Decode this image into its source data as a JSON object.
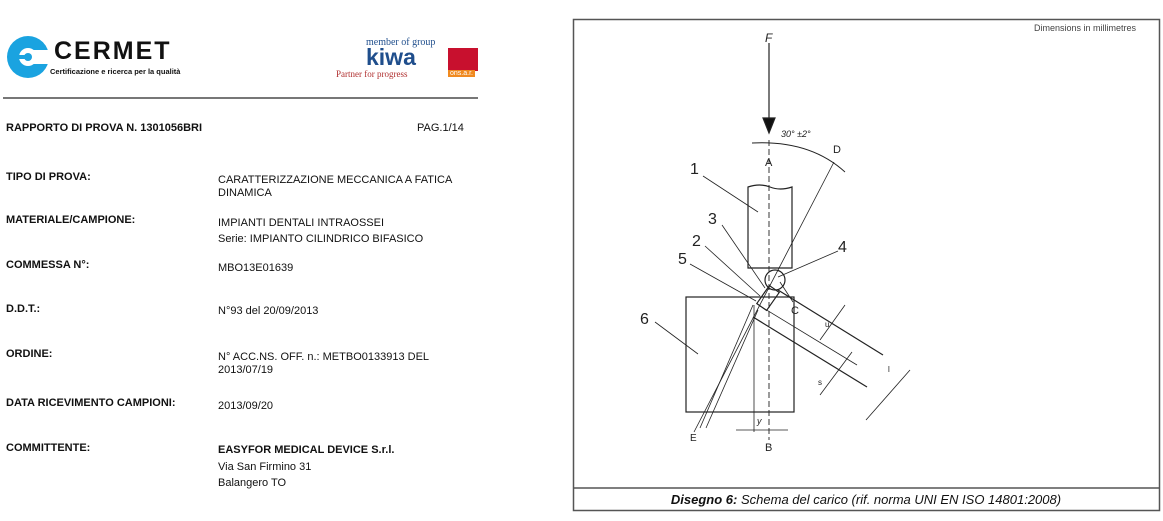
{
  "header": {
    "cermet_logo": {
      "name": "CERMET",
      "tagline": "Certificazione e ricerca per la qualità",
      "color": "#1aa3e0"
    },
    "kiwa_logo": {
      "top": "member of group",
      "name": "kiwa",
      "tagline": "Partner for progress",
      "suffix": "ons.a.r.",
      "color": "#1f4e8c",
      "accent": "#c8102e"
    },
    "report_title": "RAPPORTO DI PROVA N. 1301056BRI",
    "page": "PAG.1/14"
  },
  "fields": [
    {
      "label": "TIPO DI PROVA:",
      "lines": [
        "CARATTERIZZAZIONE MECCANICA A FATICA",
        "DINAMICA"
      ]
    },
    {
      "label": "MATERIALE/CAMPIONE:",
      "lines": [
        "IMPIANTI DENTALI INTRAOSSEI",
        "Serie: IMPIANTO CILINDRICO BIFASICO"
      ]
    },
    {
      "label": "COMMESSA N°:",
      "lines": [
        "MBO13E01639"
      ]
    },
    {
      "label": "D.D.T.:",
      "lines": [
        "N°93 del 20/09/2013"
      ]
    },
    {
      "label": "ORDINE:",
      "lines": [
        "N° ACC.NS. OFF. n.: METBO0133913  DEL",
        "2013/07/19"
      ]
    },
    {
      "label": "DATA RICEVIMENTO CAMPIONI:",
      "lines": [
        "2013/09/20"
      ]
    },
    {
      "label": "COMMITTENTE:",
      "lines": [
        "EASYFOR MEDICAL DEVICE S.r.l.",
        "Via San Firmino 31",
        "Balangero  TO"
      ]
    }
  ],
  "figure": {
    "note": "Dimensions in millimetres",
    "labels": {
      "F": "F",
      "A": "A",
      "B": "B",
      "C": "C",
      "D": "D",
      "E": "E",
      "n1": "1",
      "n2": "2",
      "n3": "3",
      "n4": "4",
      "n5": "5",
      "n6": "6",
      "angle": "30°  ±2°",
      "y": "y",
      "l": "l",
      "u": "u",
      "s": "s"
    },
    "caption_bold": "Disegno 6:",
    "caption": " Schema del carico (rif. norma UNI EN ISO 14801:2008)"
  }
}
